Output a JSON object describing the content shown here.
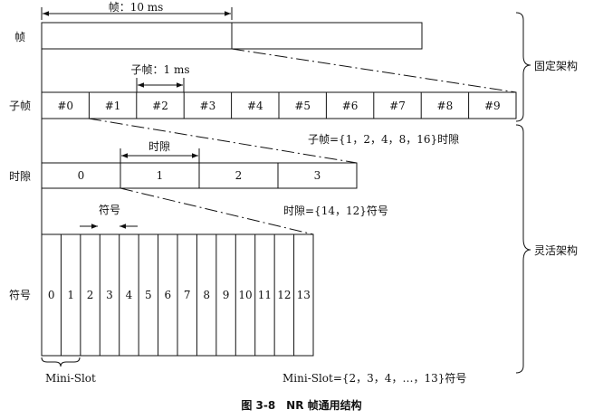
{
  "frame": {
    "row_label": "帧",
    "duration_label": "帧：10 ms"
  },
  "subframe": {
    "row_label": "子帧",
    "duration_label": "子帧：1 ms",
    "cells": [
      "#0",
      "#1",
      "#2",
      "#3",
      "#4",
      "#5",
      "#6",
      "#7",
      "#8",
      "#9"
    ],
    "note": "子帧={1，2，4，8，16}时隙"
  },
  "slot": {
    "row_label": "时隙",
    "duration_label": "时隙",
    "cells": [
      "0",
      "1",
      "2",
      "3"
    ],
    "note": "时隙={14，12}符号"
  },
  "symbol": {
    "row_label": "符号",
    "duration_label": "符号",
    "cells": [
      "0",
      "1",
      "2",
      "3",
      "4",
      "5",
      "6",
      "7",
      "8",
      "9",
      "10",
      "11",
      "12",
      "13"
    ],
    "mini_slot_label": "Mini-Slot",
    "mini_slot_note": "Mini-Slot={2，3，4，…，13}符号"
  },
  "architecture": {
    "fixed": "固定架构",
    "flexible": "灵活架构"
  },
  "caption": "图 3-8　NR 帧通用结构"
}
